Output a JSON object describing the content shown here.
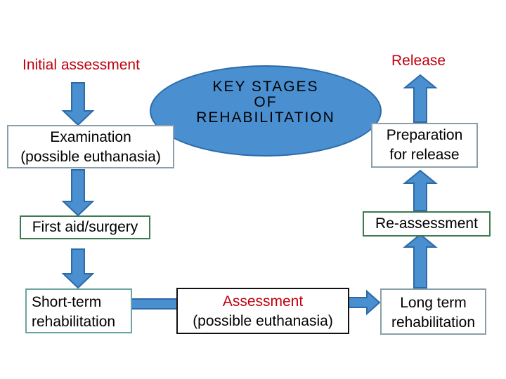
{
  "colors": {
    "arrow_fill": "#4a8fd0",
    "arrow_stroke": "#2c6aa8",
    "ellipse_fill": "#4a8fd0",
    "highlight_text": "#c0000f"
  },
  "center": {
    "line1": "KEY STAGES",
    "line2": "OF",
    "line3": "REHABILITATION"
  },
  "stages": {
    "initial_assessment": "Initial assessment",
    "examination_line1": "Examination",
    "examination_line2": "(possible euthanasia)",
    "first_aid": "First aid/surgery",
    "short_term_line1": "Short-term",
    "short_term_line2": "rehabilitation",
    "assessment_line1": "Assessment",
    "assessment_line2": "(possible euthanasia)",
    "long_term_line1": "Long term",
    "long_term_line2": "rehabilitation",
    "reassessment": "Re-assessment",
    "preparation_line1": "Preparation",
    "preparation_line2": "for release",
    "release": "Release"
  }
}
